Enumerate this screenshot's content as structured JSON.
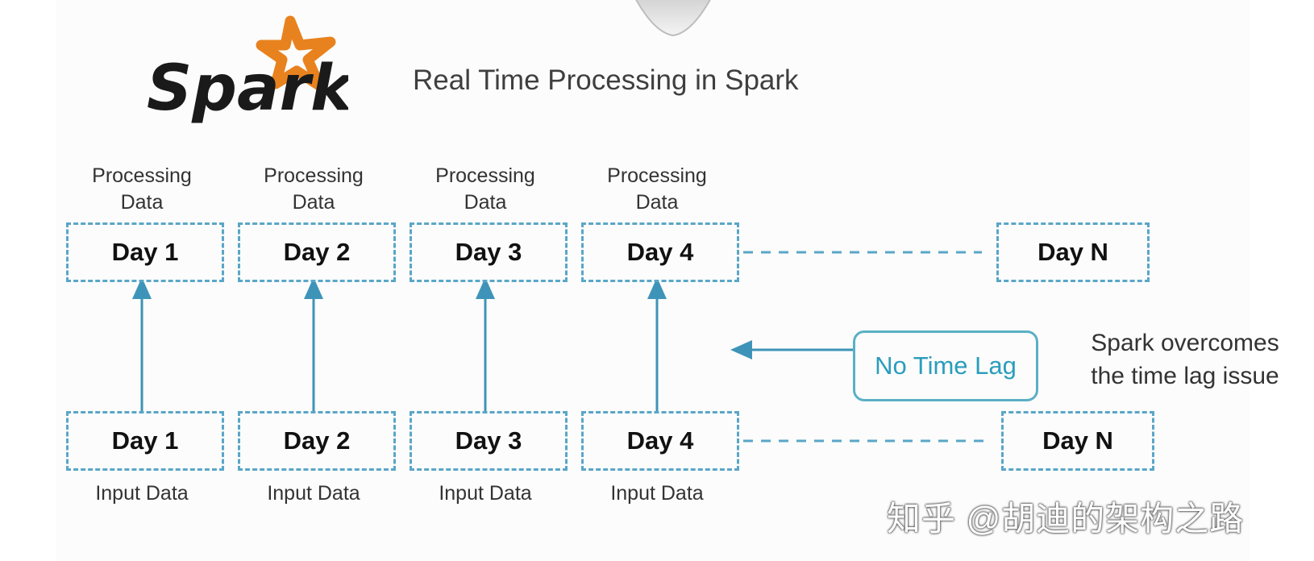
{
  "header": {
    "logo_text": "Spark",
    "title": "Real Time Processing in Spark"
  },
  "processing": {
    "caption_line1": "Processing",
    "caption_line2": "Data",
    "days": [
      "Day 1",
      "Day 2",
      "Day 3",
      "Day 4",
      "Day N"
    ]
  },
  "input": {
    "caption": "Input Data",
    "days": [
      "Day 1",
      "Day 2",
      "Day 3",
      "Day 4",
      "Day N"
    ]
  },
  "note": {
    "label": "No Time Lag",
    "description_line1": "Spark overcomes",
    "description_line2": "the time lag issue"
  },
  "watermark": "知乎 @胡迪的架构之路",
  "colors": {
    "box_border": "#5aa6c7",
    "arrow": "#3e94b8",
    "note_text": "#2a9dbd",
    "logo_star": "#e8821e"
  }
}
